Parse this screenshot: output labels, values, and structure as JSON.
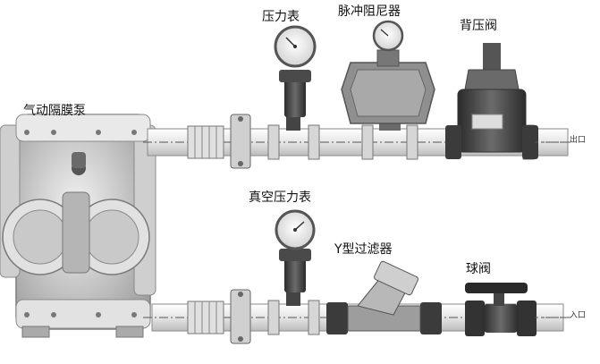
{
  "labels": {
    "pump": "气动隔膜泵",
    "gauge_top": "压力表",
    "damper": "脉冲阻尼器",
    "back_valve": "背压阀",
    "gauge_vacuum": "真空压力表",
    "y_filter": "Y型过滤器",
    "ball_valve": "球阀",
    "outlet": "出口",
    "inlet": "入口"
  },
  "colors": {
    "pipe": "#f2f2f2",
    "pipe_edge": "#8a8a8a",
    "dark_part": "#3a3a3a",
    "pump_body": "#d9d9d9"
  }
}
